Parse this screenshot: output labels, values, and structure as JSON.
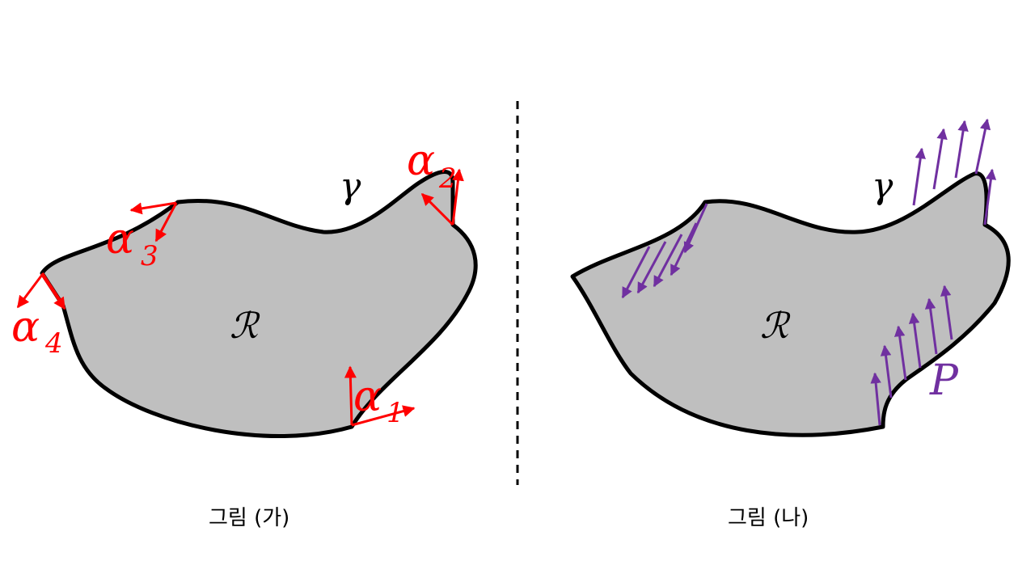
{
  "left_panel": {
    "region_label": "ℛ",
    "boundary_label": "γ",
    "alpha_symbol": "α",
    "alpha_subscripts": [
      "1",
      "2",
      "3",
      "4"
    ],
    "marker_color": "#ff0000",
    "caption": "그림 (가)"
  },
  "right_panel": {
    "region_label": "ℛ",
    "boundary_label": "γ",
    "vector_field_label": "P",
    "marker_color": "#7030a0",
    "caption": "그림 (나)"
  },
  "region_fill": "#bfbfbf",
  "divider_style": "dashed"
}
